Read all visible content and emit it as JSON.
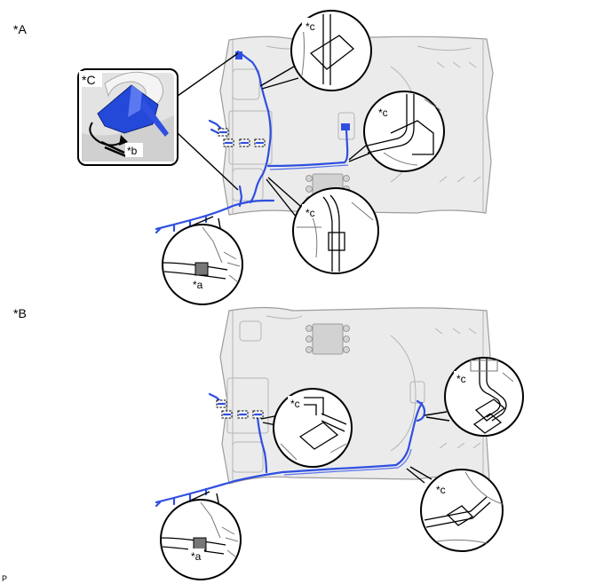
{
  "figure": {
    "view_a": {
      "label": "*A",
      "detail_box_label": "*C",
      "callouts": [
        "*c",
        "*c",
        "*c"
      ],
      "clip_label": "*b",
      "tape_label": "*a"
    },
    "view_b": {
      "label": "*B",
      "callouts": [
        "*c",
        "*c",
        "*c"
      ],
      "tape_label": "*a"
    },
    "footer_code": "P"
  },
  "colors": {
    "harness": "#2f4fe0",
    "headliner": "#ebebeb",
    "outline": "#000000"
  }
}
